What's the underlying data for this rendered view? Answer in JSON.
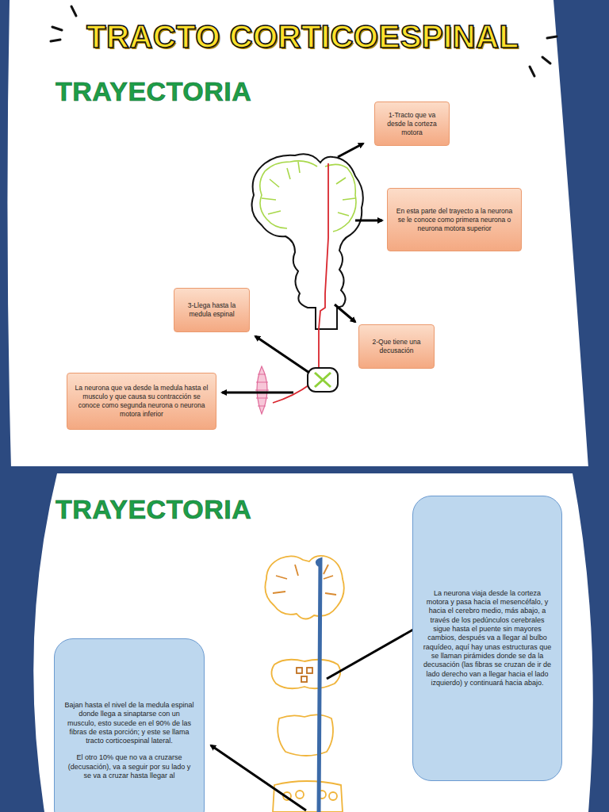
{
  "diagram": {
    "title": "TRACTO CORTICOESPINAL",
    "nodes": [
      {
        "text": [
          "1-Tracto que va desde la corteza motora"
        ]
      },
      {
        "text": [
          "En esta parte del trayecto a la neurona se le conoce como primera neurona o neurona motora superior"
        ]
      },
      {
        "text": [
          "3-Llega hasta la medula espinal"
        ]
      },
      {
        "text": [
          "2-Que tiene una decusación"
        ]
      },
      {
        "text": [
          "La neurona que va desde la medula hasta el musculo y que causa su contracción se conoce como segunda neurona o neurona motora inferior"
        ]
      },
      {
        "text": [
          "La neurona viaja desde la corteza motora y pasa hacia el mesencéfalo, y hacia el cerebro medio, más abajo, a través de los pedúnculos cerebrales sigue hasta el puente sin mayores cambios, después va a llegar al bulbo raquídeo, aquí hay unas estructuras que se llaman pirámides donde se da la decusación (las fibras se cruzan de ir de lado derecho van a llegar hacia el lado izquierdo) y continuará hacia abajo."
        ]
      },
      {
        "text": [
          "Bajan hasta el nivel de la medula espinal donde llega a sinaptarse con un musculo, esto sucede en el 90% de las fibras de esta porción; y este se llama tracto corticoespinal lateral.",
          "El otro 10% que no va a cruzarse (decusación), va a seguir por su lado y se va a cruzar hasta llegar al"
        ]
      }
    ],
    "labels": [
      "TRAYECTORIA",
      "TRAYECTORIA"
    ]
  }
}
